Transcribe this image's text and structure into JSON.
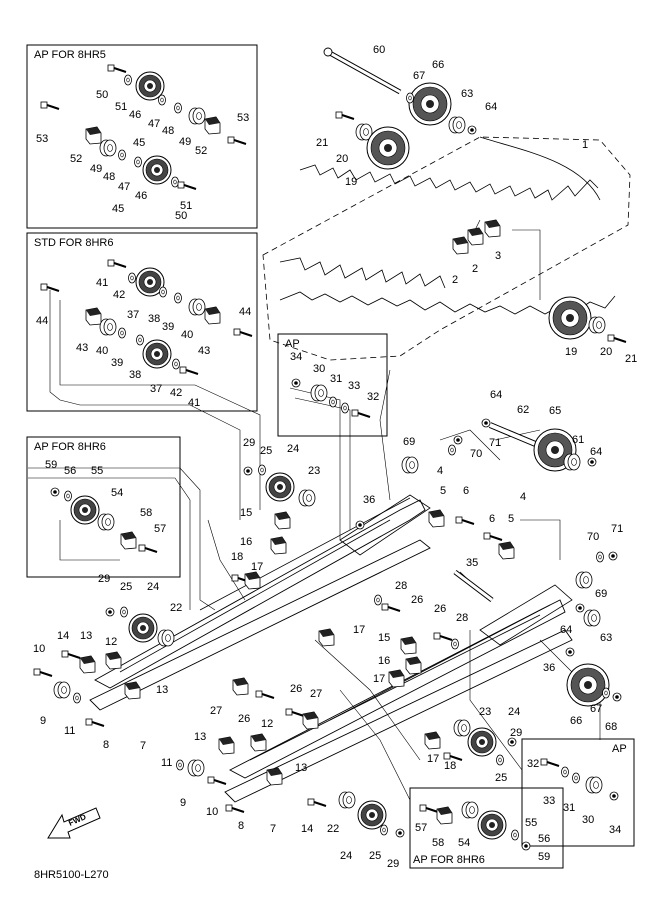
{
  "boxes": {
    "ap_8hr5": "AP FOR 8HR5",
    "std_8hr6": "STD FOR 8HR6",
    "ap_8hr6_left": "AP FOR 8HR6",
    "ap_mid": "AP",
    "ap_right": "AP",
    "ap_8hr6_bottom": "AP FOR 8HR6"
  },
  "fwd_label": "FWD",
  "diagram_code": "8HR5100-L270",
  "callouts": [
    {
      "id": "c60",
      "text": "60"
    },
    {
      "id": "c66",
      "text": "66"
    },
    {
      "id": "c67",
      "text": "67"
    },
    {
      "id": "c63",
      "text": "63"
    },
    {
      "id": "c64a",
      "text": "64"
    },
    {
      "id": "c21a",
      "text": "21"
    },
    {
      "id": "c20a",
      "text": "20"
    },
    {
      "id": "c19a",
      "text": "19"
    },
    {
      "id": "c1",
      "text": "1"
    },
    {
      "id": "c2a",
      "text": "2"
    },
    {
      "id": "c2b",
      "text": "2"
    },
    {
      "id": "c3",
      "text": "3"
    },
    {
      "id": "c19b",
      "text": "19"
    },
    {
      "id": "c20b",
      "text": "20"
    },
    {
      "id": "c21b",
      "text": "21"
    },
    {
      "id": "c50a",
      "text": "50"
    },
    {
      "id": "c51a",
      "text": "51"
    },
    {
      "id": "c46a",
      "text": "46"
    },
    {
      "id": "c47a",
      "text": "47"
    },
    {
      "id": "c48a",
      "text": "48"
    },
    {
      "id": "c49a",
      "text": "49"
    },
    {
      "id": "c52a",
      "text": "52"
    },
    {
      "id": "c53a",
      "text": "53"
    },
    {
      "id": "c53b",
      "text": "53"
    },
    {
      "id": "c45a",
      "text": "45"
    },
    {
      "id": "c52b",
      "text": "52"
    },
    {
      "id": "c49b",
      "text": "49"
    },
    {
      "id": "c48b",
      "text": "48"
    },
    {
      "id": "c47b",
      "text": "47"
    },
    {
      "id": "c46b",
      "text": "46"
    },
    {
      "id": "c45b",
      "text": "45"
    },
    {
      "id": "c51b",
      "text": "51"
    },
    {
      "id": "c50b",
      "text": "50"
    },
    {
      "id": "c41a",
      "text": "41"
    },
    {
      "id": "c42a",
      "text": "42"
    },
    {
      "id": "c37a",
      "text": "37"
    },
    {
      "id": "c38a",
      "text": "38"
    },
    {
      "id": "c39a",
      "text": "39"
    },
    {
      "id": "c40a",
      "text": "40"
    },
    {
      "id": "c43a",
      "text": "43"
    },
    {
      "id": "c44a",
      "text": "44"
    },
    {
      "id": "c44b",
      "text": "44"
    },
    {
      "id": "c43b",
      "text": "43"
    },
    {
      "id": "c40b",
      "text": "40"
    },
    {
      "id": "c39b",
      "text": "39"
    },
    {
      "id": "c38b",
      "text": "38"
    },
    {
      "id": "c37b",
      "text": "37"
    },
    {
      "id": "c42b",
      "text": "42"
    },
    {
      "id": "c41b",
      "text": "41"
    },
    {
      "id": "c34a",
      "text": "34"
    },
    {
      "id": "c30a",
      "text": "30"
    },
    {
      "id": "c31a",
      "text": "31"
    },
    {
      "id": "c33a",
      "text": "33"
    },
    {
      "id": "c32a",
      "text": "32"
    },
    {
      "id": "c59a",
      "text": "59"
    },
    {
      "id": "c56a",
      "text": "56"
    },
    {
      "id": "c55a",
      "text": "55"
    },
    {
      "id": "c54a",
      "text": "54"
    },
    {
      "id": "c58a",
      "text": "58"
    },
    {
      "id": "c57a",
      "text": "57"
    },
    {
      "id": "c29a",
      "text": "29"
    },
    {
      "id": "c25a",
      "text": "25"
    },
    {
      "id": "c24a",
      "text": "24"
    },
    {
      "id": "c23a",
      "text": "23"
    },
    {
      "id": "c15a",
      "text": "15"
    },
    {
      "id": "c16a",
      "text": "16"
    },
    {
      "id": "c18a",
      "text": "18"
    },
    {
      "id": "c17a",
      "text": "17"
    },
    {
      "id": "c36a",
      "text": "36"
    },
    {
      "id": "c64b",
      "text": "64"
    },
    {
      "id": "c62",
      "text": "62"
    },
    {
      "id": "c65",
      "text": "65"
    },
    {
      "id": "c69a",
      "text": "69"
    },
    {
      "id": "c71a",
      "text": "71"
    },
    {
      "id": "c70a",
      "text": "70"
    },
    {
      "id": "c61",
      "text": "61"
    },
    {
      "id": "c64c",
      "text": "64"
    },
    {
      "id": "c4a",
      "text": "4"
    },
    {
      "id": "c5a",
      "text": "5"
    },
    {
      "id": "c6a",
      "text": "6"
    },
    {
      "id": "c4b",
      "text": "4"
    },
    {
      "id": "c6b",
      "text": "6"
    },
    {
      "id": "c5b",
      "text": "5"
    },
    {
      "id": "c70b",
      "text": "70"
    },
    {
      "id": "c71b",
      "text": "71"
    },
    {
      "id": "c69b",
      "text": "69"
    },
    {
      "id": "c35",
      "text": "35"
    },
    {
      "id": "c28a",
      "text": "28"
    },
    {
      "id": "c26a",
      "text": "26"
    },
    {
      "id": "c26b",
      "text": "26"
    },
    {
      "id": "c28b",
      "text": "28"
    },
    {
      "id": "c15b",
      "text": "15"
    },
    {
      "id": "c16b",
      "text": "16"
    },
    {
      "id": "c17b",
      "text": "17"
    },
    {
      "id": "c17c",
      "text": "17"
    },
    {
      "id": "c64d",
      "text": "64"
    },
    {
      "id": "c63b",
      "text": "63"
    },
    {
      "id": "c36b",
      "text": "36"
    },
    {
      "id": "c66b",
      "text": "66"
    },
    {
      "id": "c67b",
      "text": "67"
    },
    {
      "id": "c68",
      "text": "68"
    },
    {
      "id": "c29b",
      "text": "29"
    },
    {
      "id": "c25b",
      "text": "25"
    },
    {
      "id": "c24b",
      "text": "24"
    },
    {
      "id": "c22a",
      "text": "22"
    },
    {
      "id": "c14a",
      "text": "14"
    },
    {
      "id": "c13a",
      "text": "13"
    },
    {
      "id": "c12a",
      "text": "12"
    },
    {
      "id": "c10a",
      "text": "10"
    },
    {
      "id": "c13b",
      "text": "13"
    },
    {
      "id": "c9a",
      "text": "9"
    },
    {
      "id": "c11a",
      "text": "11"
    },
    {
      "id": "c8a",
      "text": "8"
    },
    {
      "id": "c7a",
      "text": "7"
    },
    {
      "id": "c27a",
      "text": "27"
    },
    {
      "id": "c26c",
      "text": "26"
    },
    {
      "id": "c26d",
      "text": "26"
    },
    {
      "id": "c27b",
      "text": "27"
    },
    {
      "id": "c12b",
      "text": "12"
    },
    {
      "id": "c13c",
      "text": "13"
    },
    {
      "id": "c13d",
      "text": "13"
    },
    {
      "id": "c23b",
      "text": "23"
    },
    {
      "id": "c24c",
      "text": "24"
    },
    {
      "id": "c29c",
      "text": "29"
    },
    {
      "id": "c25c",
      "text": "25"
    },
    {
      "id": "c17d",
      "text": "17"
    },
    {
      "id": "c18b",
      "text": "18"
    },
    {
      "id": "c11b",
      "text": "11"
    },
    {
      "id": "c9b",
      "text": "9"
    },
    {
      "id": "c10b",
      "text": "10"
    },
    {
      "id": "c8b",
      "text": "8"
    },
    {
      "id": "c7b",
      "text": "7"
    },
    {
      "id": "c14b",
      "text": "14"
    },
    {
      "id": "c22b",
      "text": "22"
    },
    {
      "id": "c24d",
      "text": "24"
    },
    {
      "id": "c25d",
      "text": "25"
    },
    {
      "id": "c29d",
      "text": "29"
    },
    {
      "id": "c32b",
      "text": "32"
    },
    {
      "id": "c33b",
      "text": "33"
    },
    {
      "id": "c31b",
      "text": "31"
    },
    {
      "id": "c30b",
      "text": "30"
    },
    {
      "id": "c34b",
      "text": "34"
    },
    {
      "id": "c57b",
      "text": "57"
    },
    {
      "id": "c58b",
      "text": "58"
    },
    {
      "id": "c54b",
      "text": "54"
    },
    {
      "id": "c55b",
      "text": "55"
    },
    {
      "id": "c56b",
      "text": "56"
    },
    {
      "id": "c59b",
      "text": "59"
    }
  ]
}
